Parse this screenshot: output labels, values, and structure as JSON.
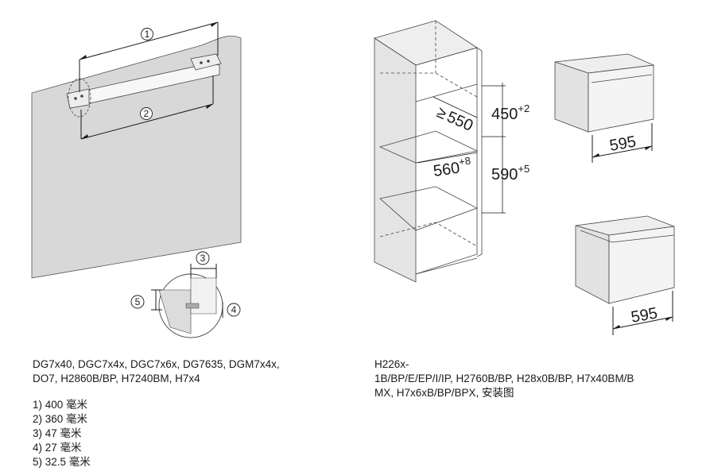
{
  "left_diagram": {
    "callouts": [
      "1",
      "2",
      "3",
      "4",
      "5"
    ]
  },
  "cabinet_diagram": {
    "dim_upper": "450",
    "dim_upper_tol": "+2",
    "dim_depth": "550",
    "dim_depth_prefix": "≥",
    "dim_width": "560",
    "dim_width_tol": "+8",
    "dim_lower": "590",
    "dim_lower_tol": "+5"
  },
  "appliance_top": {
    "width_label": "595"
  },
  "appliance_bottom": {
    "width_label": "595"
  },
  "caption_left": {
    "models_line1": "DG7x40, DGC7x4x, DGC7x6x, DG7635, DGM7x4x,",
    "models_line2": "DO7, H2860B/BP, H7240BM, H7x4",
    "dims": [
      "1) 400 毫米",
      "2) 360 毫米",
      "3) 47 毫米",
      "4) 27 毫米",
      "5) 32.5 毫米"
    ]
  },
  "caption_right": {
    "line1": "H226x-",
    "line2": "1B/BP/E/EP/I/IP, H2760B/BP, H28x0B/BP, H7x40BM/B",
    "line3": "MX, H7x6xB/BP/BPX, 安装图"
  }
}
